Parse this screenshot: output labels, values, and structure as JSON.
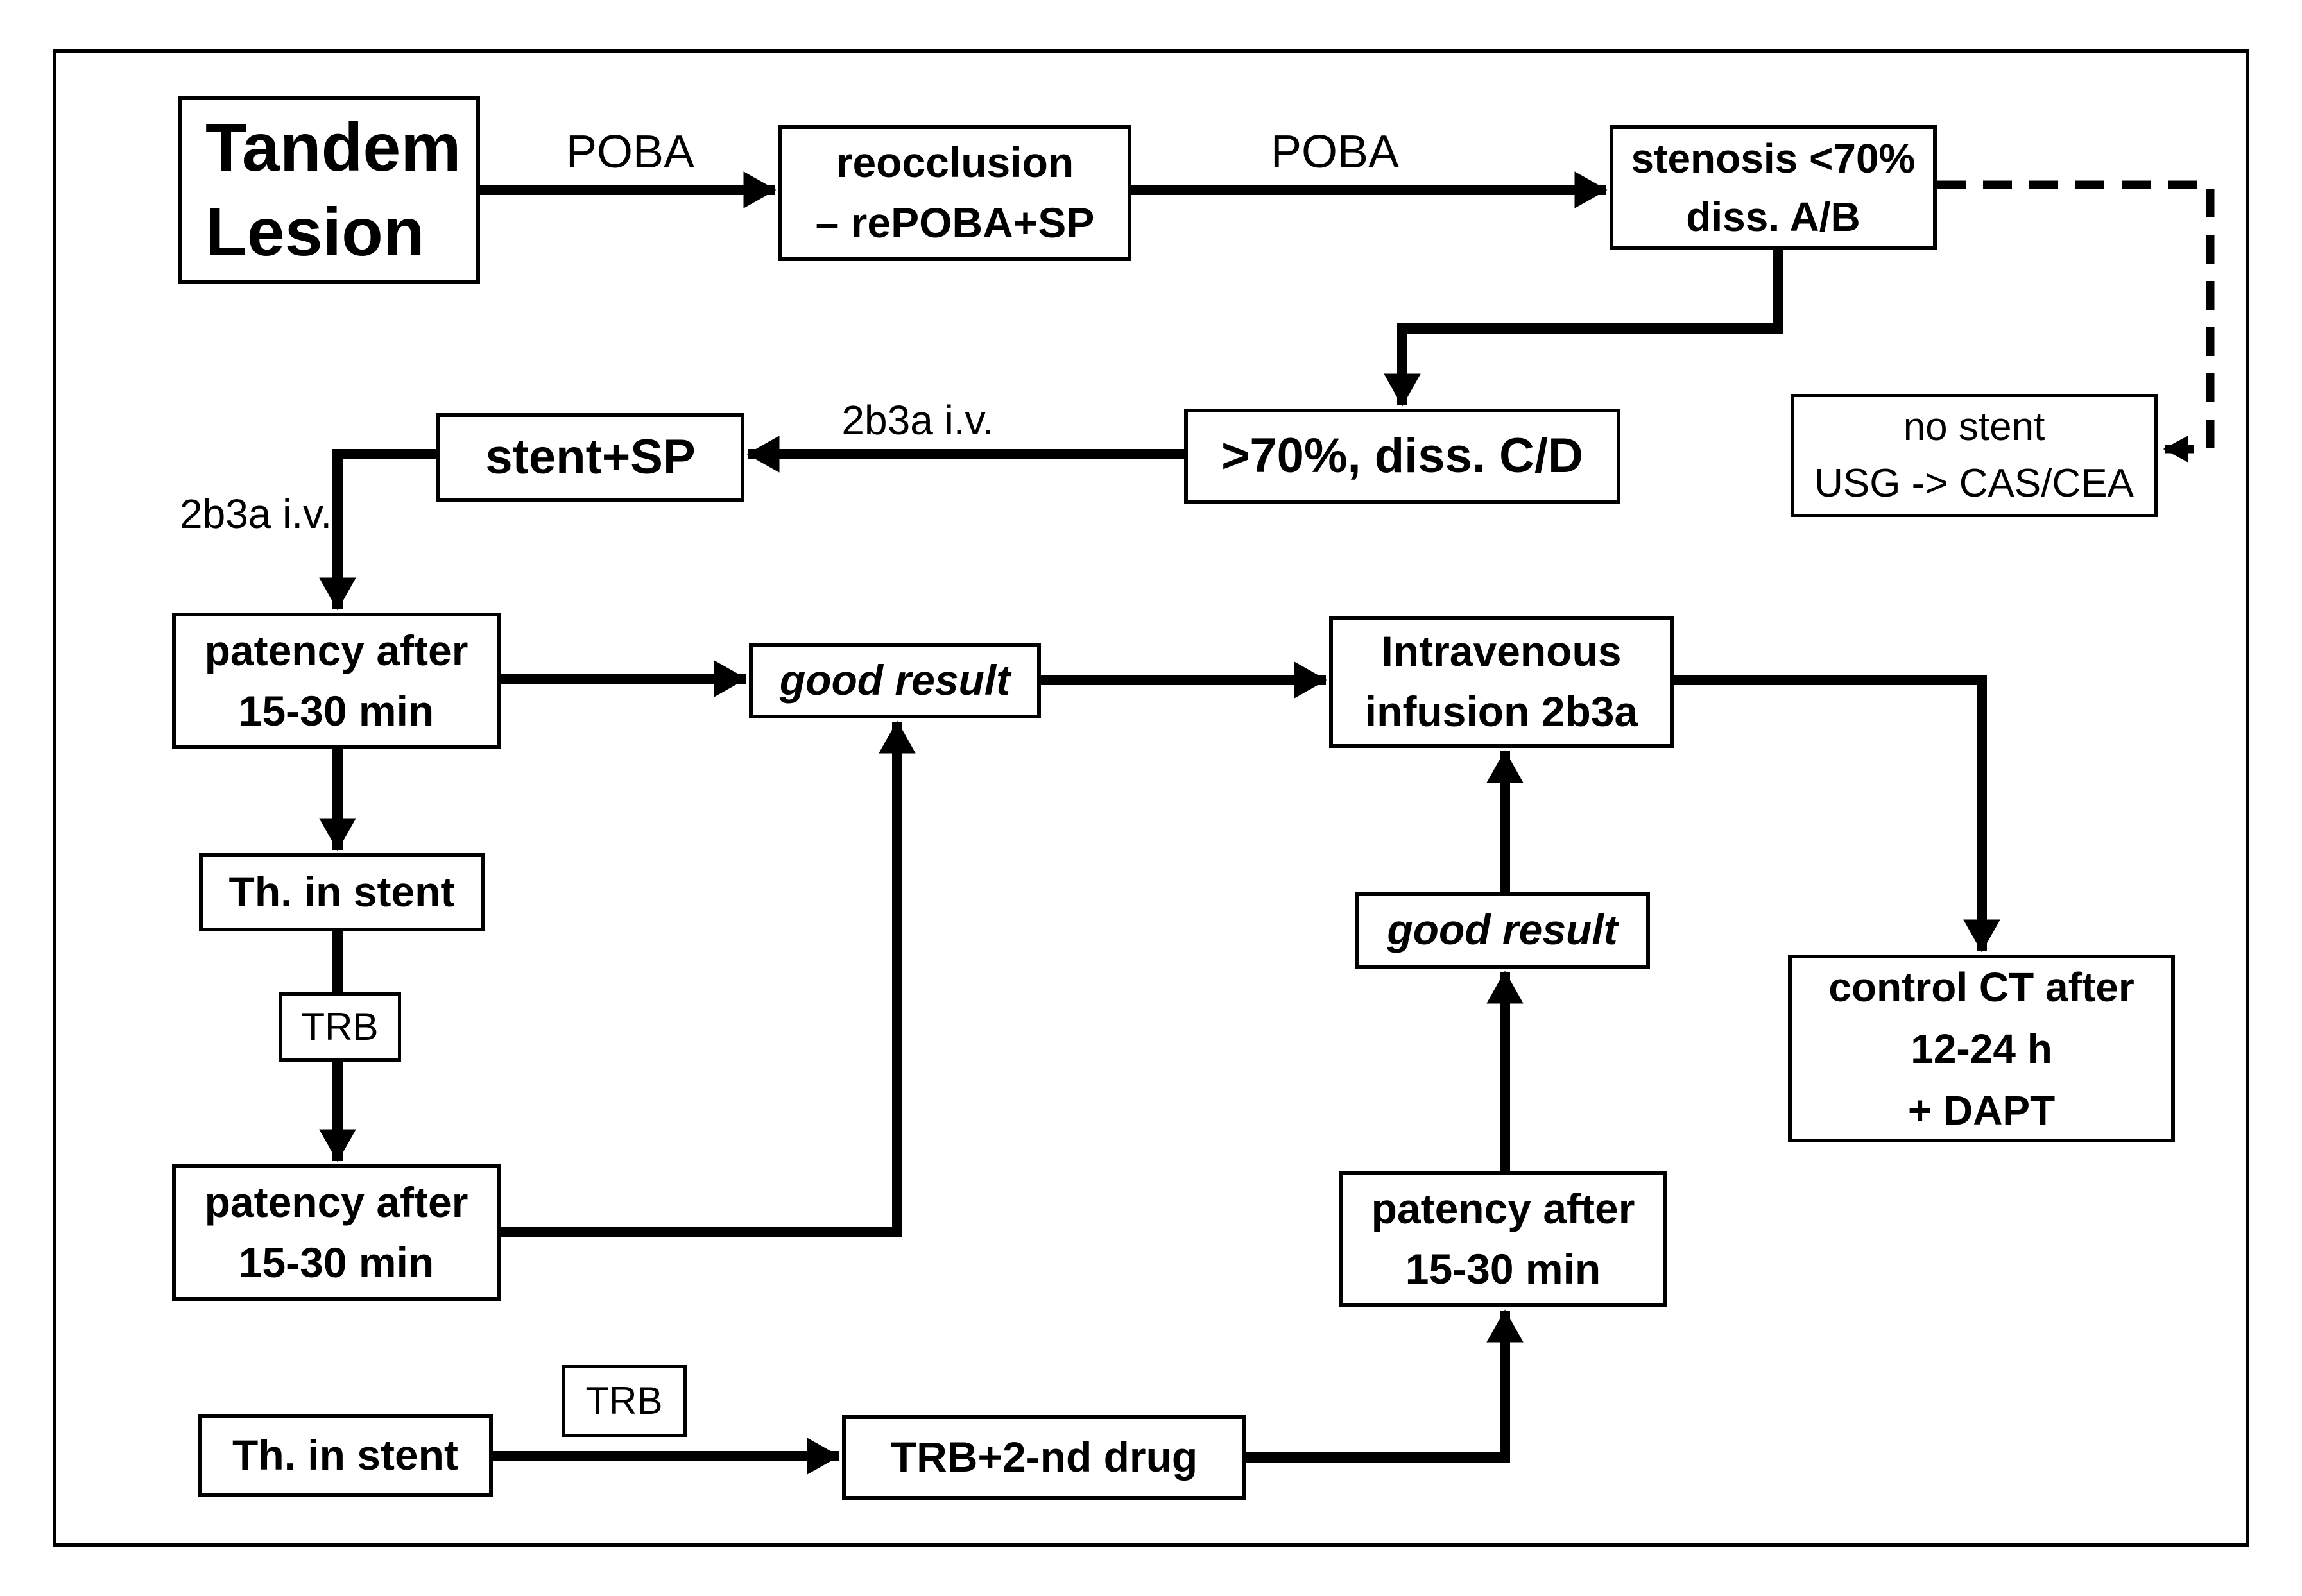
{
  "diagram": {
    "boxes": {
      "tandem_lesion": "Tandem\nLesion",
      "reocclusion": "reocclusion\n– rePOBA+SP",
      "stenosis_lt70": "stenosis <70%\ndiss. A/B",
      "no_stent": "no stent\nUSG -> CAS/CEA",
      "gt70_diss_cd": ">70%, diss. C/D",
      "stent_sp": "stent+SP",
      "patency_1": "patency after\n15-30 min",
      "good_result_1": "good result",
      "intravenous_infusion": "Intravenous\ninfusion 2b3a",
      "th_in_stent_1": "Th. in stent",
      "trb_1": "TRB",
      "patency_2": "patency after\n15-30 min",
      "th_in_stent_2": "Th. in stent",
      "trb_2": "TRB",
      "trb_2nd_drug": "TRB+2-nd drug",
      "patency_3": "patency after\n15-30 min",
      "good_result_2": "good result",
      "control_ct": "control CT after\n12-24 h\n+ DAPT"
    },
    "labels": {
      "poba_1": "POBA",
      "poba_2": "POBA",
      "iv_2b3a_top": "2b3a i.v.",
      "iv_2b3a_left": "2b3a i.v."
    },
    "colors": {
      "ink": "#000000",
      "background": "#ffffff"
    }
  }
}
